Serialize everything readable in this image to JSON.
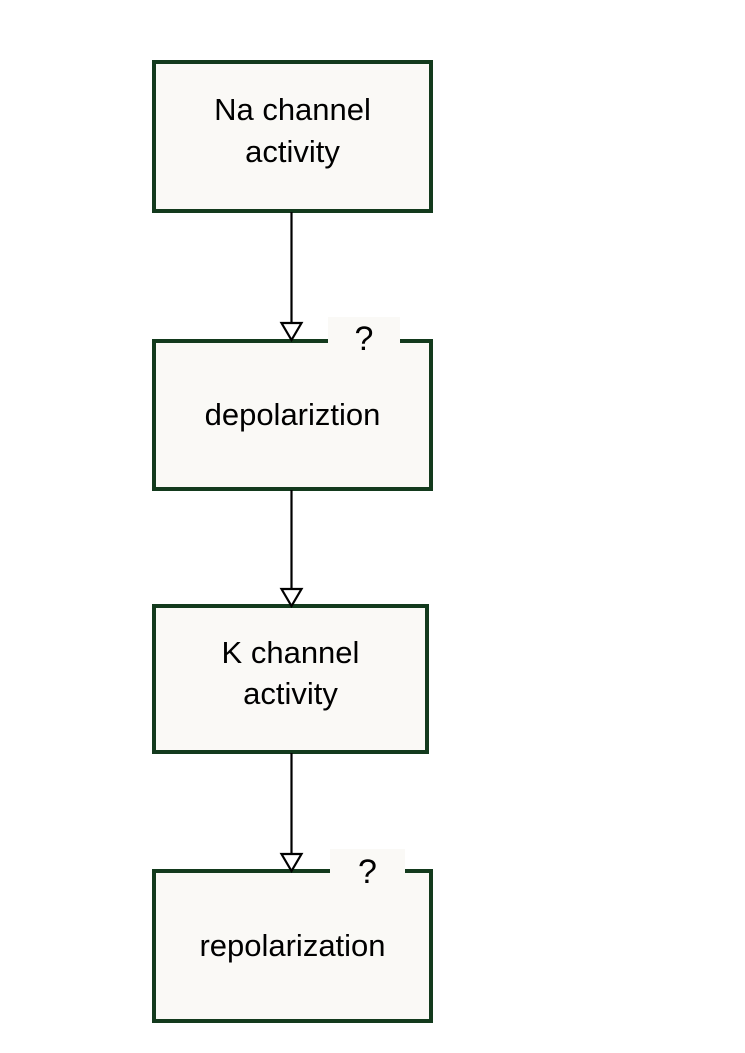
{
  "diagram": {
    "type": "flowchart",
    "title": "",
    "orientation": "vertical-top-to-bottom",
    "background_color": "#ffffff",
    "node_fill_color": "#faf9f6",
    "node_border_color": "#133a1d",
    "text_color": "#000000",
    "nodes": [
      {
        "id": "na-channel-activity",
        "label": "Na channel\nactivity",
        "order": 1
      },
      {
        "id": "depolarization",
        "label": "depolariztion",
        "order": 2,
        "annotation": "?"
      },
      {
        "id": "k-channel-activity",
        "label": "K channel\nactivity",
        "order": 3
      },
      {
        "id": "repolarization",
        "label": "repolarization",
        "order": 4,
        "annotation": "?"
      }
    ],
    "edges": [
      {
        "id": "edge-1",
        "from": "na-channel-activity",
        "to": "depolarization",
        "arrowhead": "hollow-triangle",
        "label": ""
      },
      {
        "id": "edge-2",
        "from": "depolarization",
        "to": "k-channel-activity",
        "arrowhead": "hollow-triangle",
        "label": ""
      },
      {
        "id": "edge-3",
        "from": "k-channel-activity",
        "to": "repolarization",
        "arrowhead": "hollow-triangle",
        "label": ""
      }
    ],
    "annotations": [
      {
        "id": "question-1",
        "text": "?",
        "attached_to": "depolarization"
      },
      {
        "id": "question-2",
        "text": "?",
        "attached_to": "repolarization"
      }
    ]
  }
}
